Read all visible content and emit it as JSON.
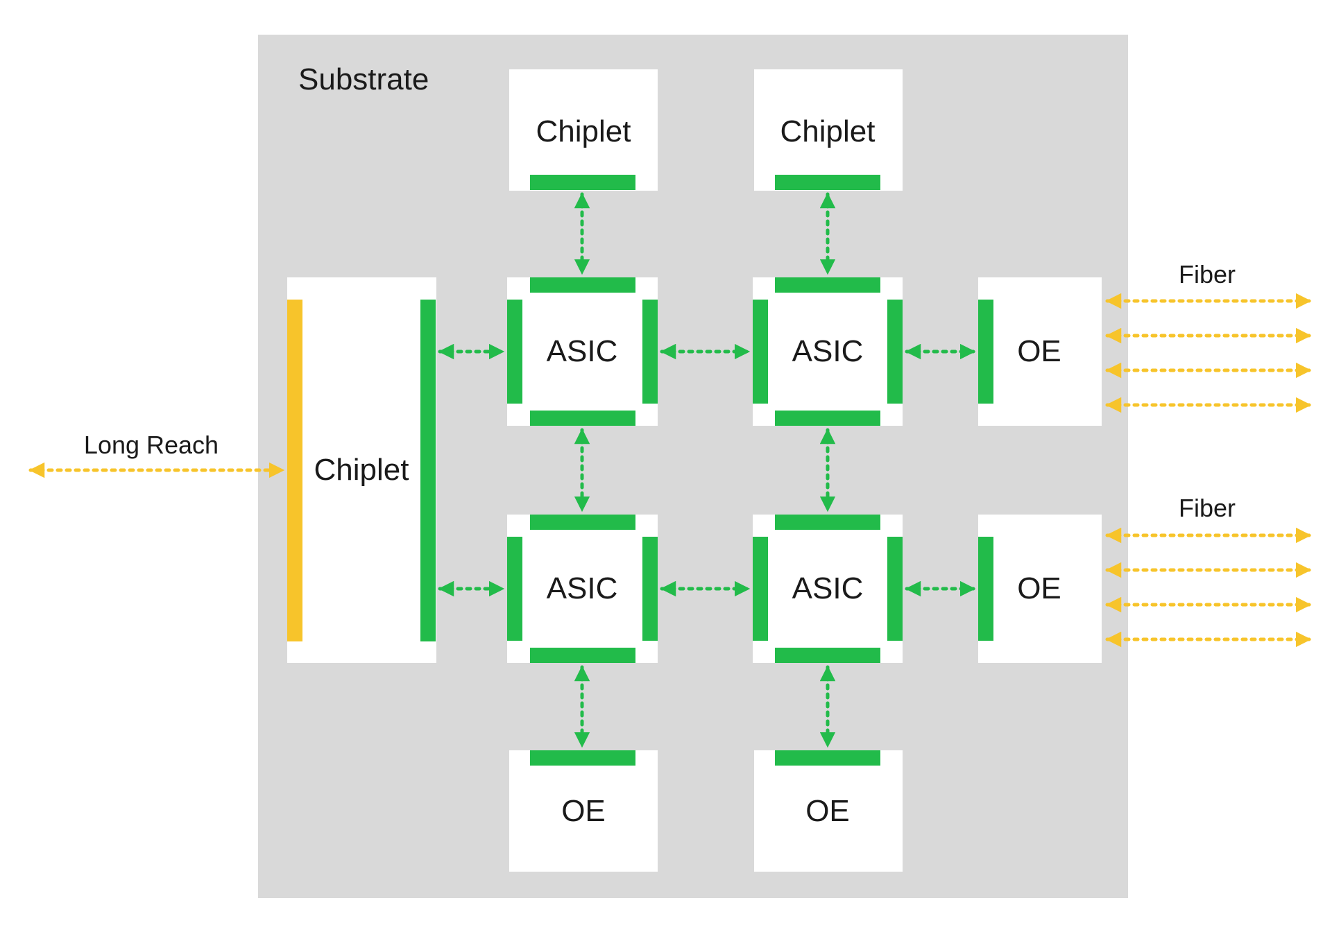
{
  "substrate": {
    "label": "Substrate"
  },
  "blocks": {
    "chiplet_top_left": "Chiplet",
    "chiplet_top_right": "Chiplet",
    "chiplet_left": "Chiplet",
    "asic_tl": "ASIC",
    "asic_tr": "ASIC",
    "asic_bl": "ASIC",
    "asic_br": "ASIC",
    "oe_right_top": "OE",
    "oe_right_bottom": "OE",
    "oe_bottom_left": "OE",
    "oe_bottom_right": "OE"
  },
  "external": {
    "long_reach": "Long Reach",
    "fiber_top": "Fiber",
    "fiber_bottom": "Fiber"
  },
  "colors": {
    "substrate": "#d9d9d9",
    "block": "#ffffff",
    "interface_green": "#22bb4a",
    "link_yellow": "#f7c42b"
  }
}
